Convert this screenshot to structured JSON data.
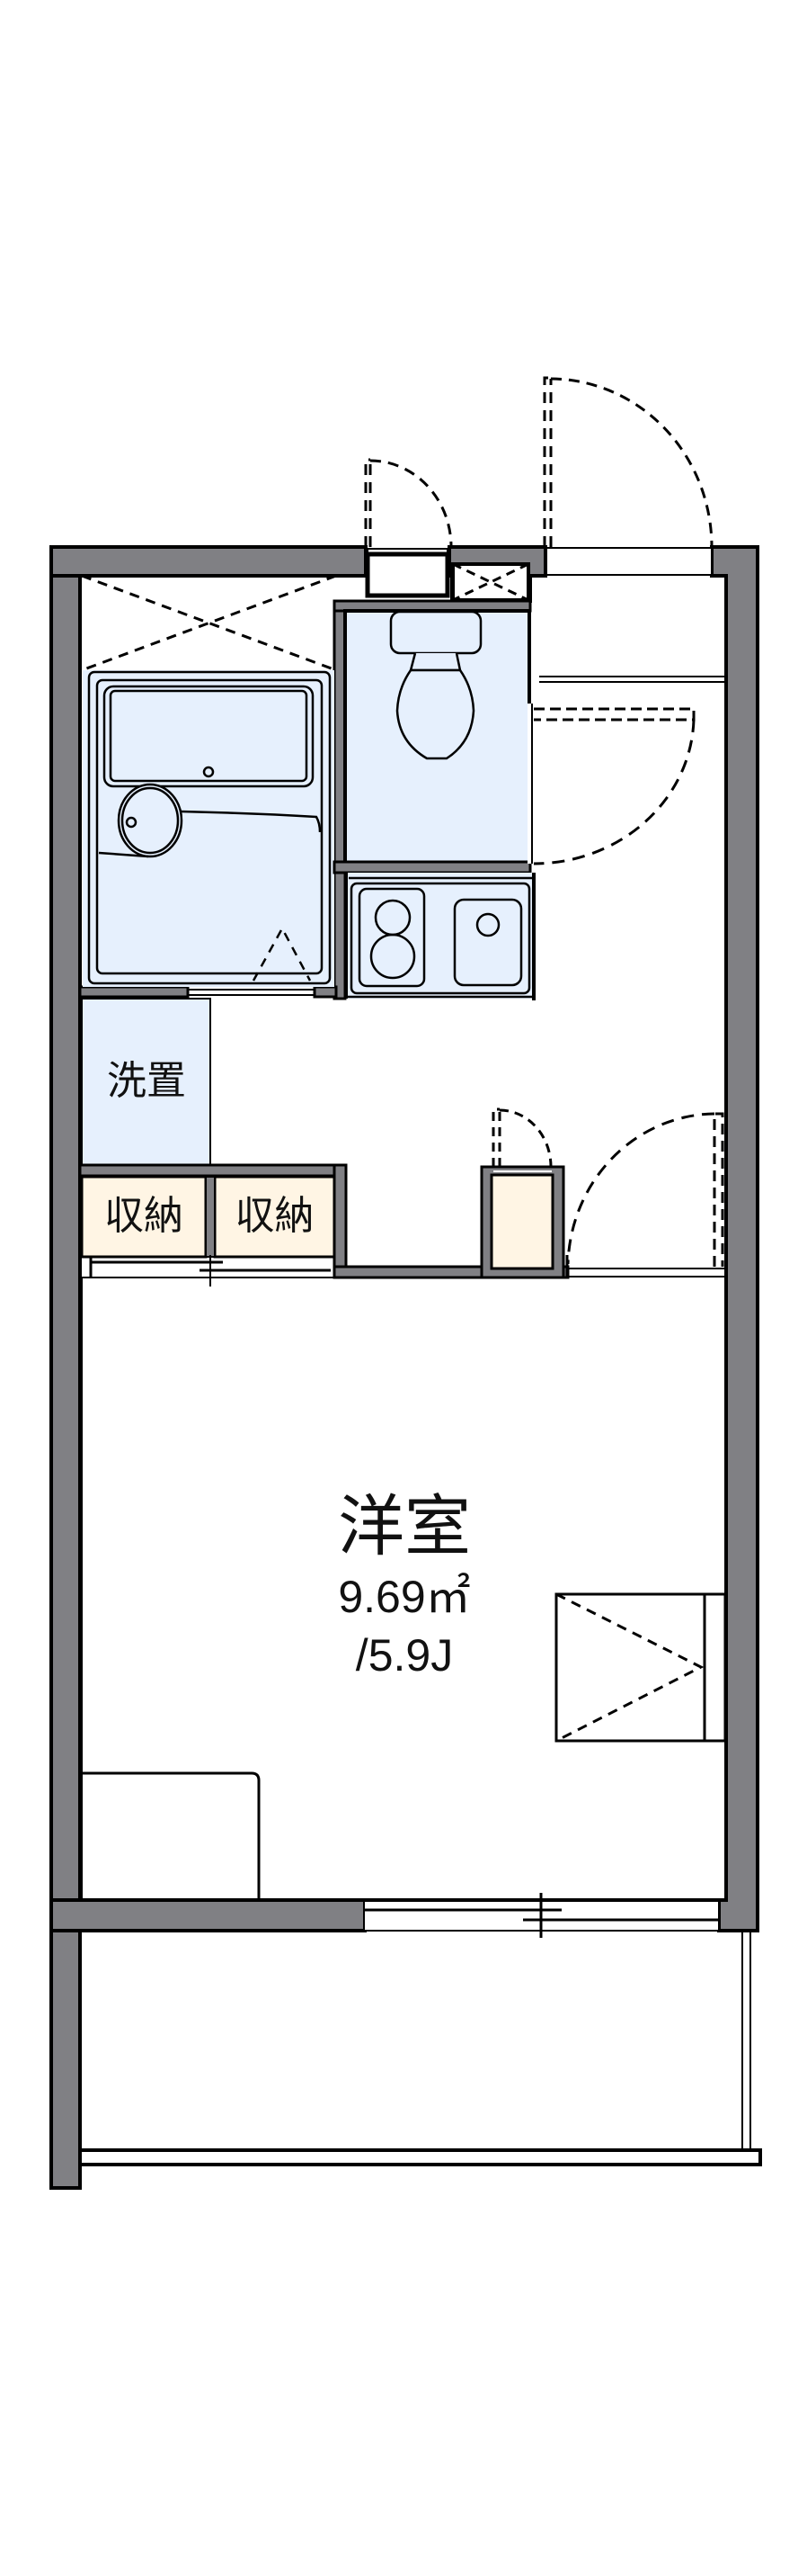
{
  "plan": {
    "colors": {
      "wall": "#808084",
      "wet_area": "#e6f0fd",
      "storage": "#fff5e4",
      "line": "#000000",
      "background": "#ffffff"
    },
    "rooms": {
      "western_room": {
        "name": "洋室",
        "area_m2": "9.69㎡",
        "area_jo": "/5.9J"
      },
      "washer_space": {
        "name": "洗置"
      },
      "storage_1": {
        "name": "収納"
      },
      "storage_2": {
        "name": "収納"
      }
    },
    "fixtures": [
      "unit-bath",
      "toilet",
      "kitchen-counter",
      "two-burner-stove",
      "sink",
      "washer-space",
      "closet",
      "cabinet",
      "desk",
      "balcony"
    ]
  }
}
